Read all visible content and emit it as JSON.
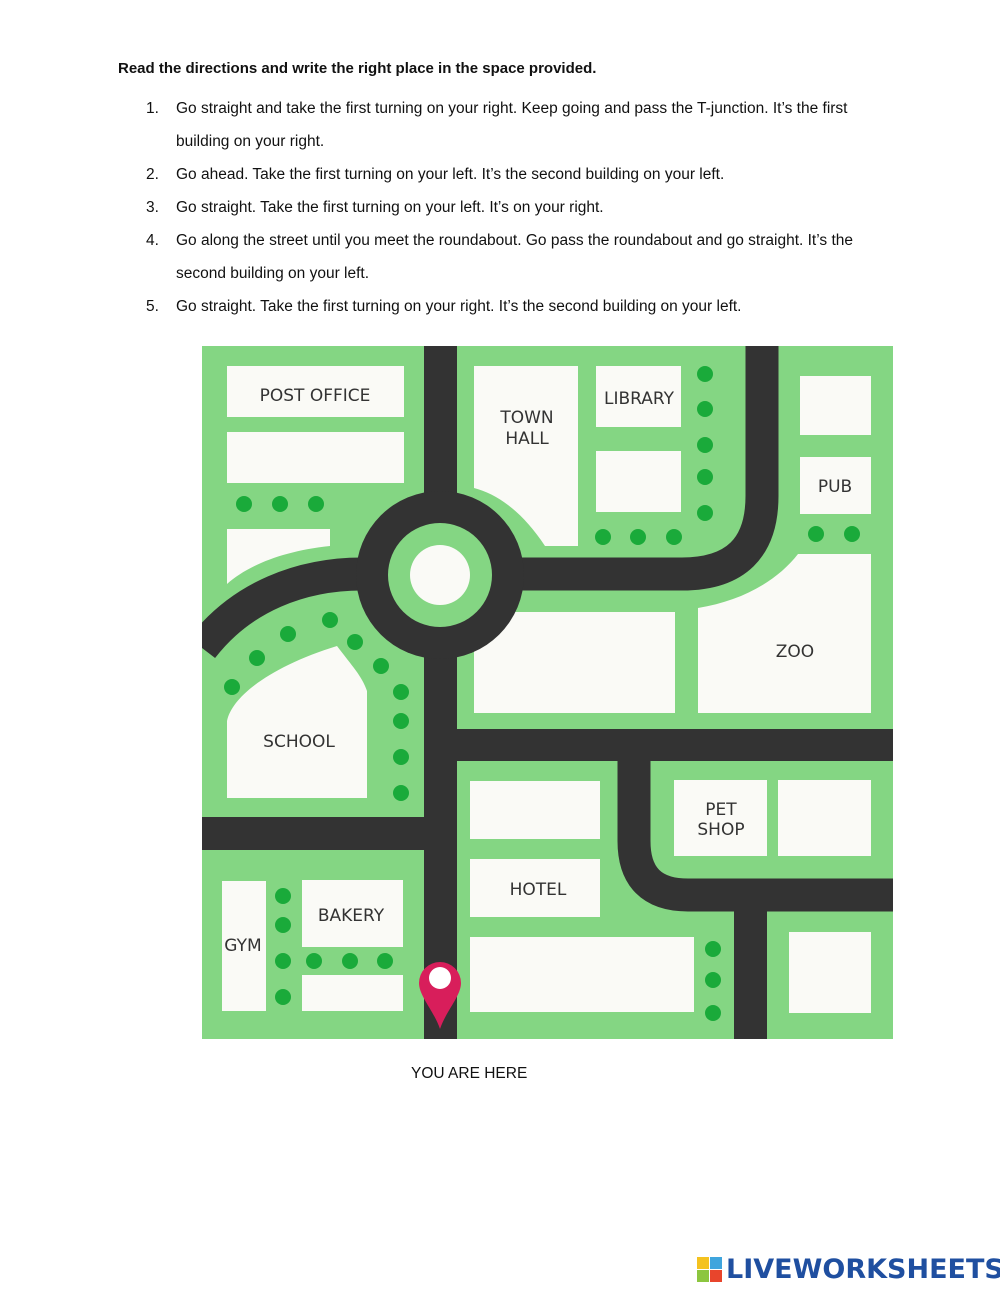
{
  "instruction": "Read the directions and write the right place in the space provided.",
  "directions": [
    {
      "num": "1.",
      "text": "Go straight and take the first turning on your right. Keep going and pass the T-junction. It’s the first building on your right."
    },
    {
      "num": "2.",
      "text": "Go ahead. Take the first turning on your left. It’s the second building on your left."
    },
    {
      "num": "3.",
      "text": "Go straight. Take the first turning on your left. It’s on your right."
    },
    {
      "num": "4.",
      "text": "Go along the street until you meet the roundabout. Go pass the roundabout and go straight. It’s the second building on your left."
    },
    {
      "num": "5.",
      "text": "Go straight. Take the first turning on your right. It’s the second building on your left."
    }
  ],
  "map": {
    "labels": {
      "post_office": "POST OFFICE",
      "town": "TOWN",
      "hall": "HALL",
      "library": "LIBRARY",
      "pub": "PUB",
      "zoo": "ZOO",
      "school": "SCHOOL",
      "pet": "PET",
      "shop": "SHOP",
      "hotel": "HOTEL",
      "bakery": "BAKERY",
      "gym": "GYM"
    },
    "colors": {
      "grass": "#84d683",
      "road": "#333333",
      "building": "#fafaf6",
      "tree": "#1aaa3a",
      "pin": "#d81e5b"
    }
  },
  "you_are_here": "YOU ARE HERE",
  "brand": {
    "name": "LIVEWORKSHEETS",
    "block_colors": [
      "#f4c21f",
      "#3fa5dd",
      "#8cc63f",
      "#e8452c"
    ]
  }
}
